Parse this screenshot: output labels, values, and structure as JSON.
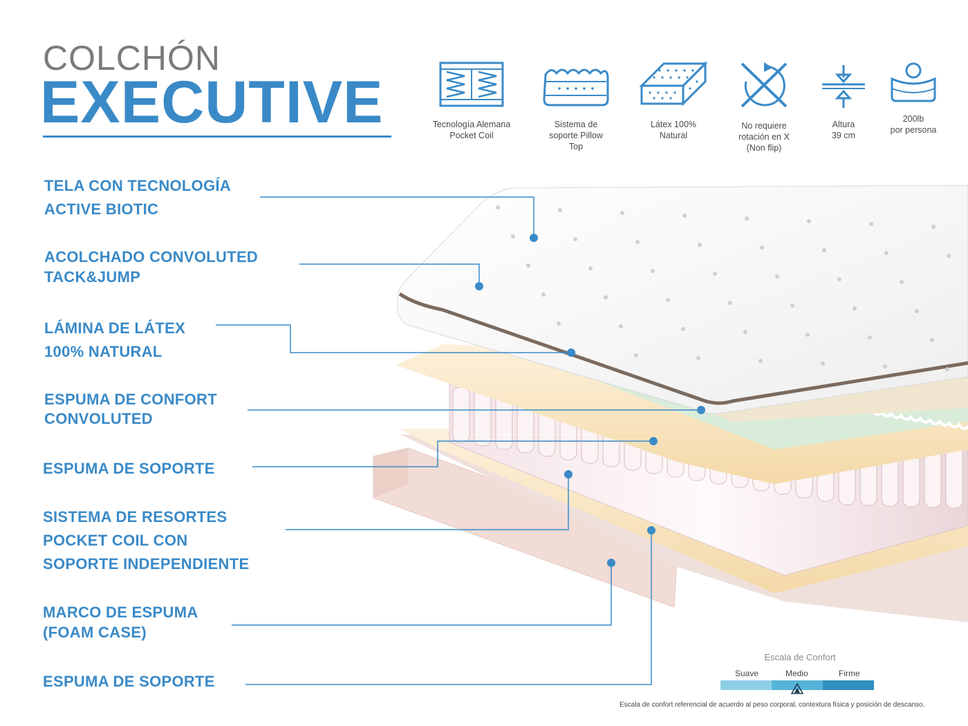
{
  "header": {
    "subtitle": "COLCHÓN",
    "title": "EXECUTIVE"
  },
  "features": [
    {
      "icon": "pocket-coil-icon",
      "label": "Tecnología Alemana\nPocket Coil"
    },
    {
      "icon": "pillow-top-icon",
      "label": "Sistema de\nsoporte Pillow\nTop"
    },
    {
      "icon": "latex-icon",
      "label": "Látex 100%\nNatural"
    },
    {
      "icon": "no-flip-icon",
      "label": "No requiere\nrotación en X\n(Non flip)"
    },
    {
      "icon": "height-icon",
      "label": "Altura\n39 cm"
    },
    {
      "icon": "weight-icon",
      "label": "200lb\npor persona"
    }
  ],
  "layers": [
    "TELA CON TECNOLOGÍA\nACTIVE BIOTIC",
    "ACOLCHADO CONVOLUTED\nTACK&JUMP",
    "LÁMINA DE LÁTEX\n100% NATURAL",
    "ESPUMA DE CONFORT\nCONVOLUTED",
    "ESPUMA DE SOPORTE",
    "SISTEMA DE RESORTES\nPOCKET COIL CON\nSOPORTE INDEPENDIENTE",
    "MARCO DE ESPUMA\n(FOAM CASE)",
    "ESPUMA DE SOPORTE"
  ],
  "comfort_scale": {
    "title": "Escala de Confort",
    "levels": [
      "Suave",
      "Medio",
      "Firme"
    ],
    "selected": "Medio",
    "colors": [
      "#8ecfe6",
      "#55b4d8",
      "#2f8fbf"
    ]
  },
  "footnote": "Escala de confort referencial de acuerdo al peso corporal, contextura física y posición de descanso.",
  "colors": {
    "accent": "#3a8ac8",
    "gray": "#7b7b7b"
  }
}
